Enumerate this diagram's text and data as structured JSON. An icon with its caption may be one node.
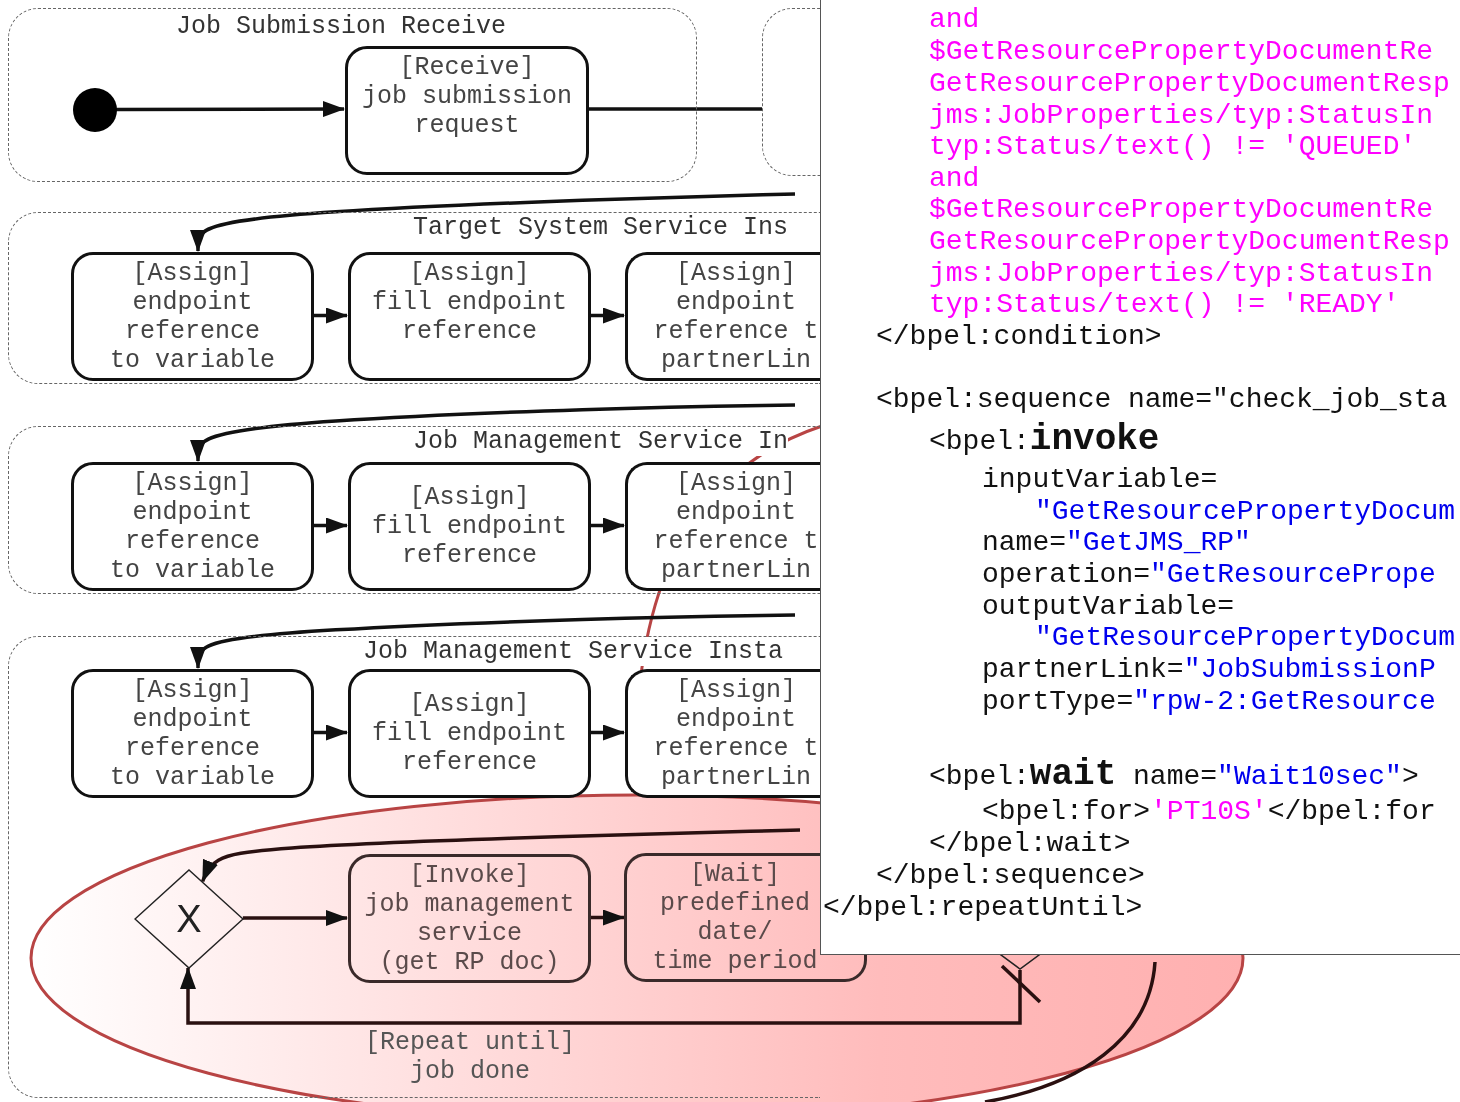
{
  "diagram": {
    "nodes": [
      {
        "text": [
          "Job Submission Receive"
        ]
      },
      {
        "text": [],
        "shape": "circle",
        "in": 0
      },
      {
        "text": [
          "[Receive]",
          "job submission request"
        ],
        "in": 0
      },
      {
        "text": [],
        "shape": "box"
      },
      {
        "text": [
          "Target System Service Ins"
        ]
      },
      {
        "text": [
          "[Assign]",
          "endpoint reference to variable"
        ],
        "in": 4
      },
      {
        "text": [
          "[Assign]",
          "fill endpoint reference"
        ],
        "in": 4
      },
      {
        "text": [
          "[Assign]",
          "endpoint reference t partnerLin"
        ],
        "in": 4
      },
      {
        "text": [
          "Job Management Service In"
        ]
      },
      {
        "text": [
          "[Assign]",
          "endpoint reference to variable"
        ],
        "in": 8
      },
      {
        "text": [
          "[Assign]",
          "fill endpoint reference"
        ],
        "in": 8
      },
      {
        "text": [
          "[Assign]",
          "endpoint reference t partnerLin"
        ],
        "in": 8
      },
      {
        "text": [
          "Job Management Service Insta"
        ]
      },
      {
        "text": [
          "[Assign]",
          "endpoint reference to variable"
        ],
        "in": 12
      },
      {
        "text": [
          "[Assign]",
          "fill endpoint reference"
        ],
        "in": 12
      },
      {
        "text": [
          "[Assign]",
          "endpoint reference t partnerLin"
        ],
        "in": 12
      },
      {
        "text": [
          "X"
        ],
        "in": 12
      },
      {
        "text": [
          "[Invoke]",
          "job management service (get RP doc)"
        ],
        "in": 12
      },
      {
        "text": [
          "[Wait]",
          "predefined date/ time period"
        ]
      },
      {
        "text": [],
        "shape": "diamond"
      },
      {
        "text": [
          "and",
          "$GetResourcePropertyDocumentRe",
          "GetResourcePropertyDocumentResp",
          "jms:JobProperties/typ:StatusIn",
          "typ:Status/text() != 'QUEUED'",
          "and",
          "$GetResourcePropertyDocumentRe",
          "GetResourcePropertyDocumentResp",
          "jms:JobProperties/typ:StatusIn",
          "typ:Status/text() != 'READY'",
          "</bpel:condition>",
          "<bpel:sequence name=\"check_job_sta",
          "<bpel:**invoke**",
          "inputVariable=",
          "\"GetResourcePropertyDocum",
          "name=",
          "\"GetJMS_RP\"",
          "operation=",
          "\"GetResourcePrope",
          "outputVariable=",
          "\"GetResourcePropertyDocum",
          "partnerLink=",
          "\"JobSubmissionP",
          "portType=",
          "\"rpw-2:GetResource",
          "<bpel:**wait** name=",
          "\"Wait10sec\"",
          ">",
          "<bpel:for>",
          "'PT10S'",
          "</bpel:for",
          "</bpel:wait>",
          "</bpel:sequence>",
          "</bpel:repeatUntil>"
        ]
      }
    ],
    "edges": [
      {
        "from": 1,
        "to": 2,
        "arrow": "to"
      },
      {
        "from": 2,
        "to": 3,
        "arrow": "none"
      },
      {
        "from": null,
        "to": 5,
        "arrow": "to"
      },
      {
        "from": 5,
        "to": 6,
        "arrow": "to"
      },
      {
        "from": 6,
        "to": 7,
        "arrow": "to"
      },
      {
        "from": null,
        "to": 9,
        "arrow": "to"
      },
      {
        "from": 9,
        "to": 10,
        "arrow": "to"
      },
      {
        "from": 10,
        "to": 11,
        "arrow": "to"
      },
      {
        "from": null,
        "to": 13,
        "arrow": "to"
      },
      {
        "from": 13,
        "to": 14,
        "arrow": "to"
      },
      {
        "from": 14,
        "to": 15,
        "arrow": "to"
      },
      {
        "from": null,
        "to": 16,
        "arrow": "to"
      },
      {
        "from": 16,
        "to": 17,
        "arrow": "to"
      },
      {
        "from": 17,
        "to": 18,
        "arrow": "to"
      },
      {
        "from": 19,
        "to": 16,
        "arrow": "to",
        "label": "[Repeat until] job done"
      }
    ]
  }
}
